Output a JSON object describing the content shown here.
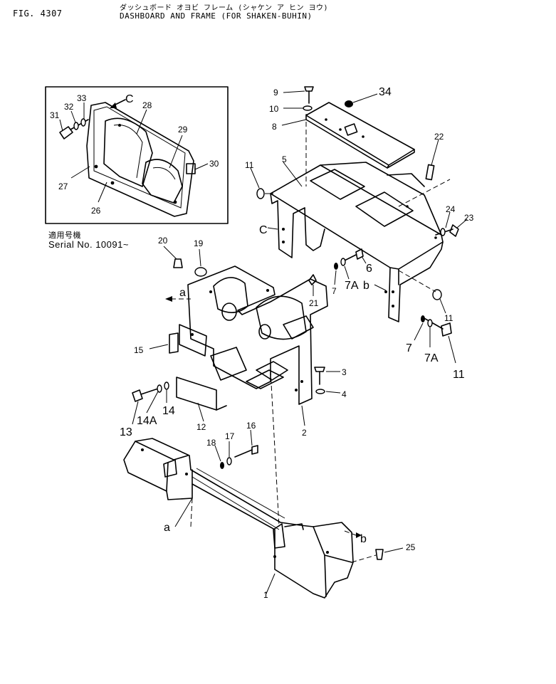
{
  "header": {
    "fig": "FIG. 4307",
    "title_kana": "ダッシュボード オヨビ フレーム (シャケン ア ヒン ヨウ)",
    "title_en": "DASHBOARD AND FRAME (FOR SHAKEN-BUHIN)"
  },
  "serial": {
    "label_jp": "適用号機",
    "serial_no": "Serial No. 10091~"
  },
  "labels": {
    "p1": "1",
    "p2": "2",
    "p3": "3",
    "p4": "4",
    "p5": "5",
    "p6": "6",
    "p7a": "7",
    "p7b": "7",
    "p7A_a": "7A",
    "p7A_b": "7A",
    "p8": "8",
    "p9": "9",
    "p10": "10",
    "p11a": "11",
    "p11b": "11",
    "p11c": "11",
    "p12": "12",
    "p13": "13",
    "p14": "14",
    "p14A": "14A",
    "p15": "15",
    "p16": "16",
    "p17": "17",
    "p18": "18",
    "p19": "19",
    "p20": "20",
    "p21": "21",
    "p22": "22",
    "p23": "23",
    "p24": "24",
    "p25": "25",
    "p26": "26",
    "p27": "27",
    "p28": "28",
    "p29": "29",
    "p30": "30",
    "p31": "31",
    "p32": "32",
    "p33": "33",
    "p34": "34",
    "ref_a1": "a",
    "ref_a2": "a",
    "ref_b1": "b",
    "ref_b2": "b",
    "ref_c1": "C",
    "ref_c2": "C"
  }
}
